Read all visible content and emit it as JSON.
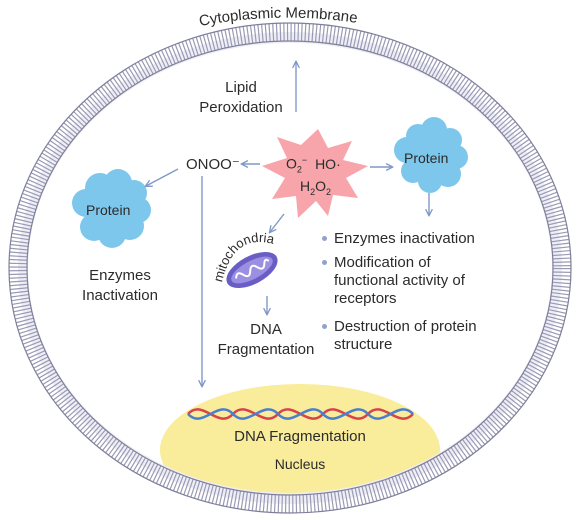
{
  "membrane_label": "Cytoplasmic Membrane",
  "lipid_peroxidation": [
    "Lipid",
    "Peroxidation"
  ],
  "ros": {
    "o2": "O",
    "o2_sub": "2",
    "o2_sup": "−",
    "ho": "HO·",
    "h2o2_h": "H",
    "h2o2_sub1": "2",
    "h2o2_o": "O",
    "h2o2_sub2": "2"
  },
  "onoo": "ONOO⁻",
  "protein_left": "Protein",
  "protein_right": "Protein",
  "enzymes_left": [
    "Enzymes",
    "Inactivation"
  ],
  "mitochondria": "mitochondria",
  "dna_frag_mid": [
    "DNA",
    "Fragmentation"
  ],
  "effects": [
    [
      "Enzymes inactivation"
    ],
    [
      "Modification of",
      "functional activity of",
      "receptors"
    ],
    [
      "Destruction of protein",
      "structure"
    ]
  ],
  "nucleus": {
    "dna_label": "DNA Fragmentation",
    "label": "Nucleus"
  },
  "colors": {
    "membrane": "#9a9ab4",
    "star": "#f7a4ab",
    "protein": "#7ec7ec",
    "mito_outer": "#6a5ec5",
    "nucleus": "#f9ec9a",
    "dna_red": "#d8424c",
    "dna_blue": "#4a7fd0",
    "arrow": "#7f98c8"
  }
}
